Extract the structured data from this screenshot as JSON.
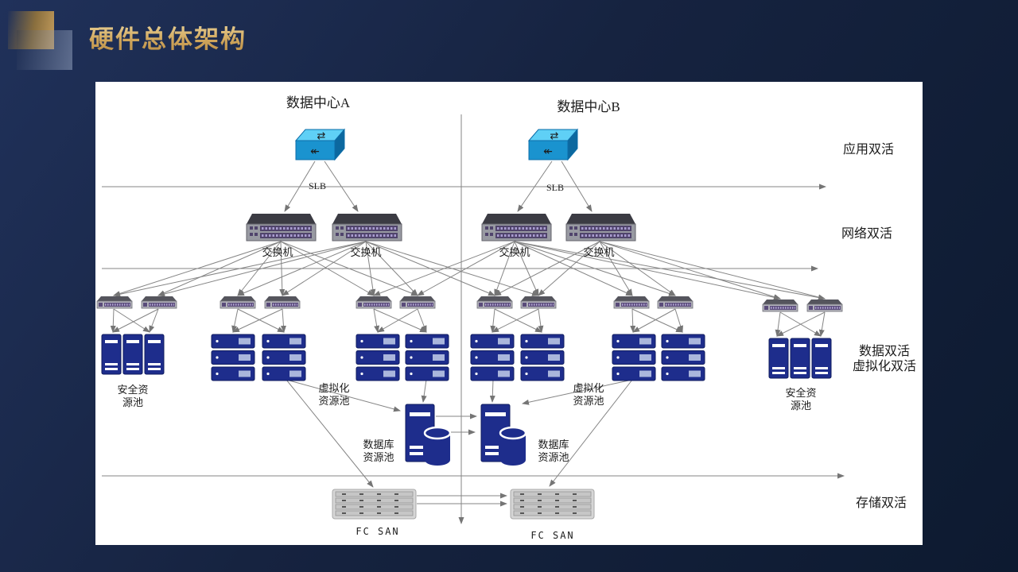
{
  "slide": {
    "title": "硬件总体架构"
  },
  "colors": {
    "slide_background_top": "#20315a",
    "slide_background_bottom": "#0d1a30",
    "title_gold": "#d2a95f",
    "panel_white": "#ffffff",
    "server_blue": "#1e2d8c",
    "slb_cyan_front": "#1a93cf",
    "slb_cyan_top": "#5fd0f6",
    "switch_gray": "#989aa2",
    "switch_port_purple": "#50446c",
    "line_gray": "#858585",
    "san_gray": "#d6d6d6"
  },
  "diagram": {
    "datacenter_a": {
      "title": "数据中心A",
      "slb_label": "SLB",
      "switch_labels": [
        "交换机",
        "交换机"
      ],
      "security_pool": [
        "安全资",
        "源池"
      ],
      "virtualization_pool": [
        "虚拟化",
        "资源池"
      ],
      "database_pool": [
        "数据库",
        "资源池"
      ],
      "san_label": "FC SAN"
    },
    "datacenter_b": {
      "title": "数据中心B",
      "slb_label": "SLB",
      "switch_labels": [
        "交换机",
        "交换机"
      ],
      "security_pool": [
        "安全资",
        "源池"
      ],
      "virtualization_pool": [
        "虚拟化",
        "资源池"
      ],
      "database_pool": [
        "数据库",
        "资源池"
      ],
      "san_label": "FC SAN"
    },
    "layer_labels": {
      "application": "应用双活",
      "network": "网络双活",
      "data": "数据双活",
      "virtualization": "虚拟化双活",
      "storage": "存储双活"
    }
  }
}
